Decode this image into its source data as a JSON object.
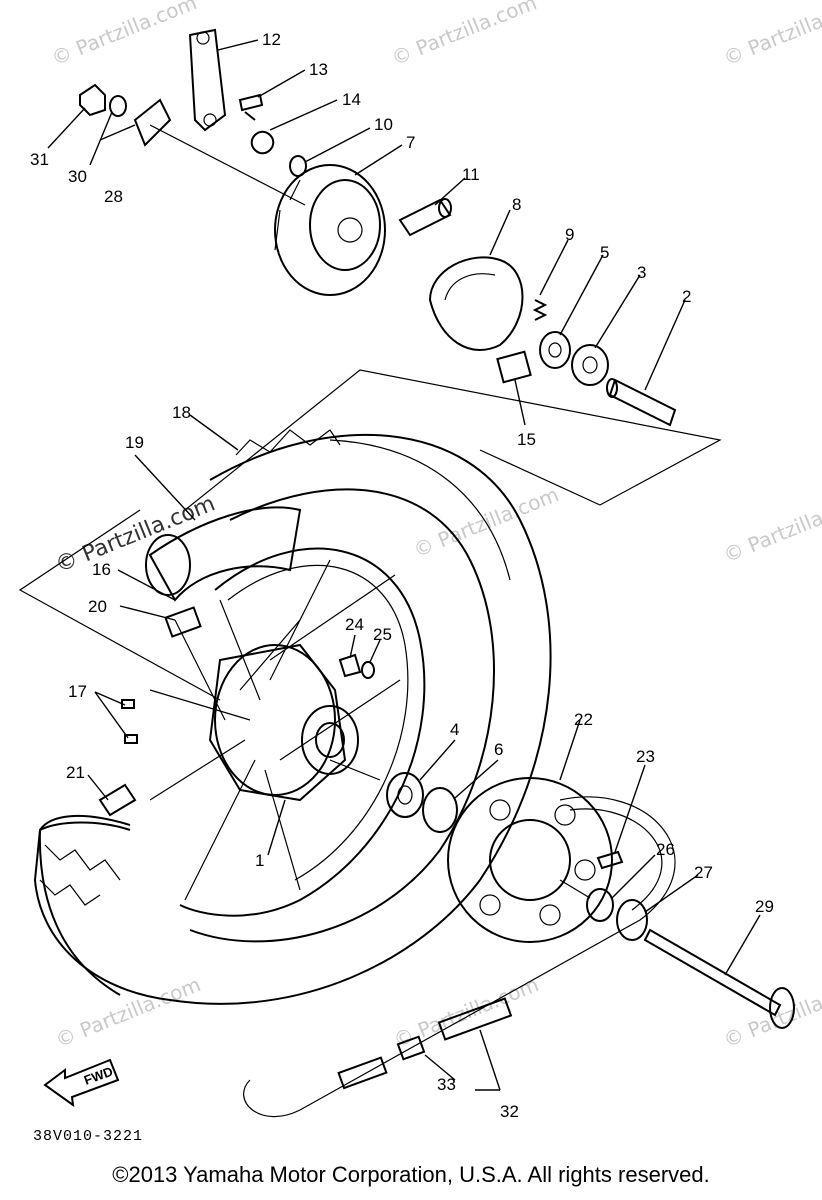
{
  "watermark_text": "© Partzilla.com",
  "diagram_code": "38V010-3221",
  "copyright": "©2013  Yamaha Motor Corporation, U.S.A. All rights reserved.",
  "fwd_label": "FWD",
  "callouts": [
    "1",
    "2",
    "3",
    "4",
    "5",
    "6",
    "7",
    "8",
    "9",
    "10",
    "11",
    "12",
    "13",
    "14",
    "15",
    "16",
    "17",
    "18",
    "19",
    "20",
    "21",
    "22",
    "23",
    "24",
    "25",
    "26",
    "27",
    "28",
    "29",
    "30",
    "31",
    "32",
    "33"
  ]
}
